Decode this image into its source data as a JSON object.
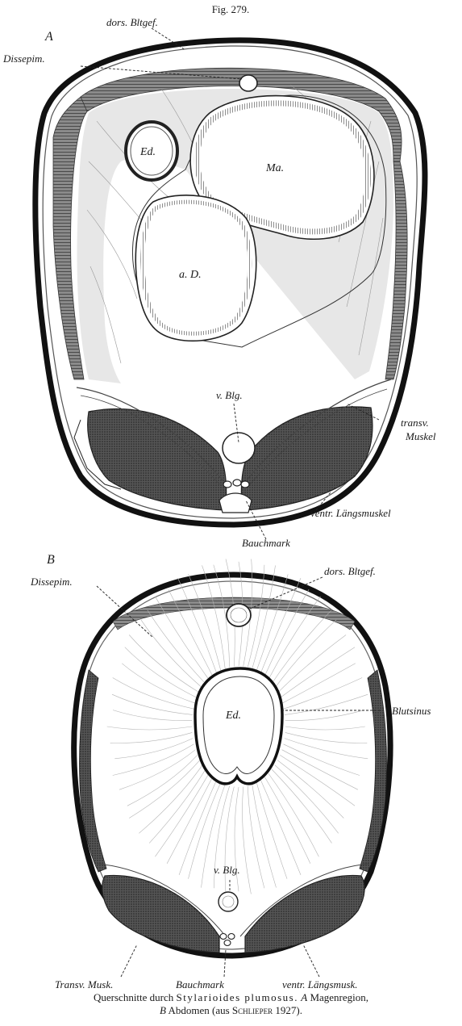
{
  "figure_number": "Fig. 279.",
  "panel_a": {
    "letter": "A",
    "labels": {
      "dors_bltgef": "dors. Bltgef.",
      "dissepim": "Dissepim.",
      "ed": "Ed.",
      "ma": "Ma.",
      "ad": "a. D.",
      "v_blg": "v. Blg.",
      "transv_muskel_1": "transv.",
      "transv_muskel_2": "Muskel",
      "ventr_laengsmuskel": "ventr. Längsmuskel",
      "bauchmark": "Bauchmark"
    }
  },
  "panel_b": {
    "letter": "B",
    "labels": {
      "dissepim": "Dissepim.",
      "dors_bltgef": "dors. Bltgef.",
      "blutsinus": "Blutsinus",
      "ed": "Ed.",
      "v_blg": "v. Blg.",
      "transv_musk": "Transv. Musk.",
      "bauchmark": "Bauchmark",
      "ventr_laengsmusk": "ventr. Längsmusk."
    }
  },
  "caption": {
    "part1": "Querschnitte durch",
    "species": "Stylarioides plumosus.",
    "a_letter": "A",
    "part2": "Magenregion,",
    "b_letter": "B",
    "part3": "Abdomen (aus",
    "author": "Schlieper",
    "part4": "1927)."
  },
  "colors": {
    "ink": "#1a1a1a",
    "muscle": "#6f6f6f",
    "muscle_dark": "#3c3c3c",
    "fiber": "#b8b8b8",
    "cuticle": "#111111"
  }
}
